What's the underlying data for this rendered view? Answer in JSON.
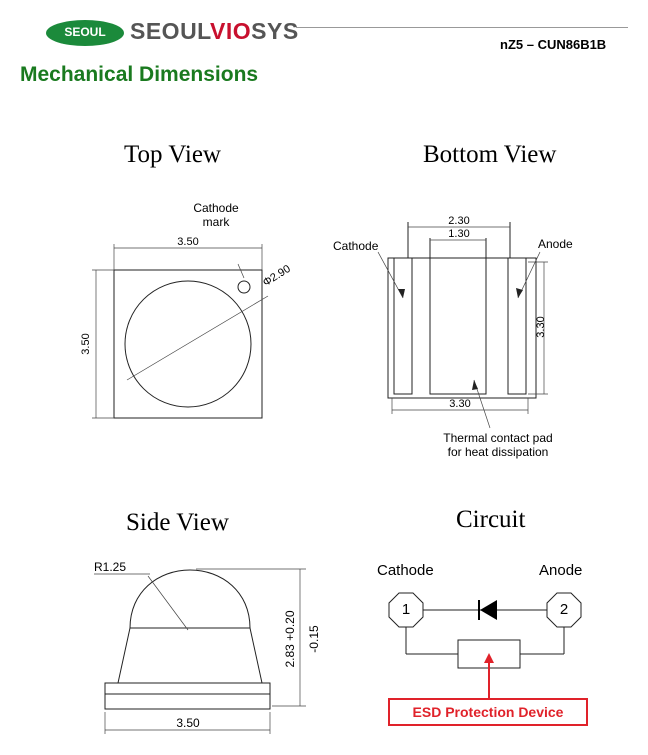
{
  "header": {
    "logo_badge": "SEOUL",
    "logo_word_a": "SEOUL",
    "logo_word_b": "VIO",
    "logo_word_c": "SYS",
    "model": "nZ5 – CUN86B1B"
  },
  "page_title": "Mechanical Dimensions",
  "top_view": {
    "title": "Top View",
    "cathode_mark": [
      "Cathode",
      "mark"
    ],
    "width_dim": "3.50",
    "height_dim": "3.50",
    "diameter_dim": "Φ2.90"
  },
  "bottom_view": {
    "title": "Bottom View",
    "cathode_label": "Cathode",
    "anode_label": "Anode",
    "dim_outer_top": "2.30",
    "dim_inner_top": "1.30",
    "dim_right": "3.30",
    "dim_bottom": "3.30",
    "thermal_note": [
      "Thermal contact pad",
      "for heat dissipation"
    ]
  },
  "side_view": {
    "title": "Side View",
    "radius_dim": "R1.25",
    "width_dim": "3.50",
    "height_dim_a": "2.83 +0.20",
    "height_dim_b": "-0.15"
  },
  "circuit": {
    "title": "Circuit",
    "cathode_label": "Cathode",
    "anode_label": "Anode",
    "node_1": "1",
    "node_2": "2",
    "esd_label": "ESD Protection Device",
    "esd_color": "#e0222a"
  },
  "colors": {
    "title_green": "#1a7a1f",
    "logo_green": "#1b8a3b",
    "logo_red": "#c8102e"
  }
}
